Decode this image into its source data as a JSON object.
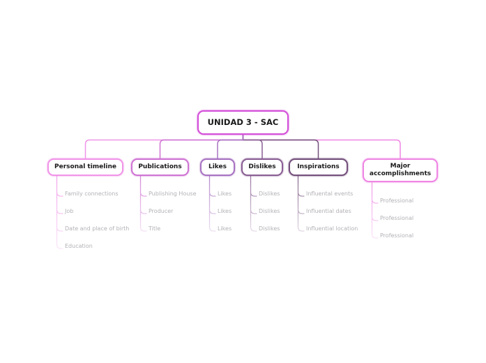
{
  "background": "#ffffff",
  "subitem_color": "#b3b0b5",
  "node_text_color": "#1a1a1a",
  "root": {
    "label": "UNIDAD 3 - SAC",
    "color": "#d44fd9"
  },
  "branches": [
    {
      "label": "Personal timeline",
      "color": "#f095e8",
      "items": [
        "Family connections",
        "Job",
        "Date and place of birth",
        "Education"
      ]
    },
    {
      "label": "Publications",
      "color": "#cf74d3",
      "items": [
        "Publishing House",
        "Producer",
        "Title"
      ]
    },
    {
      "label": "Likes",
      "color": "#a873c2",
      "items": [
        "Likes",
        "Likes",
        "Likes"
      ]
    },
    {
      "label": "Dislikes",
      "color": "#8a5f94",
      "items": [
        "Dislikes",
        "Dislikes",
        "Dislikes"
      ]
    },
    {
      "label": "Inspirations",
      "color": "#74507c",
      "items": [
        "Influental events",
        "Influential dates",
        "Influential location"
      ]
    },
    {
      "label": "Major accomplishments",
      "color": "#ee87e3",
      "items": [
        "Professional",
        "Professional",
        "Professional"
      ]
    }
  ]
}
